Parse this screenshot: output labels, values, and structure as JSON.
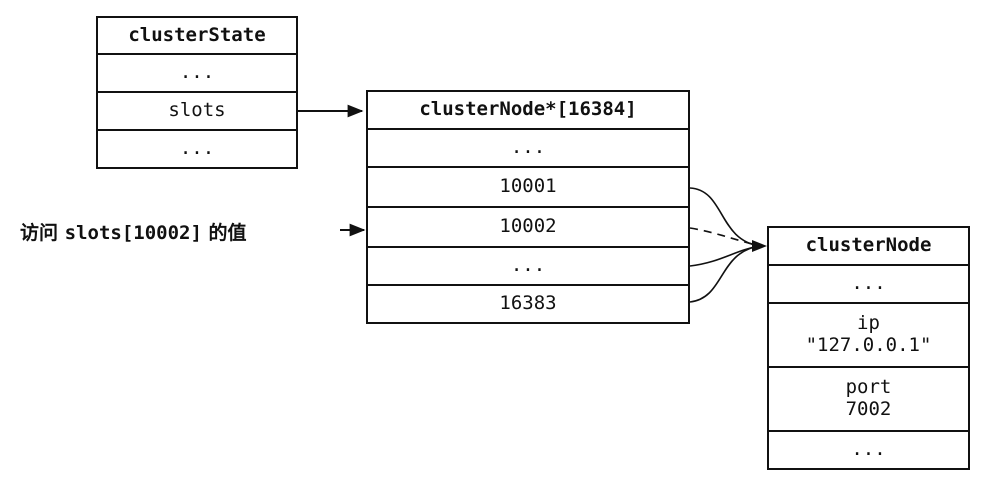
{
  "cluster_state": {
    "header": "clusterState",
    "rows": [
      "...",
      "slots",
      "..."
    ]
  },
  "slots_array": {
    "header": "clusterNode*[16384]",
    "rows": [
      "...",
      "10001",
      "10002",
      "...",
      "16383"
    ]
  },
  "cluster_node": {
    "header": "clusterNode",
    "rows": [
      "...",
      "ip\n\"127.0.0.1\"",
      "port\n7002",
      "..."
    ]
  },
  "access_label": {
    "prefix": "访问",
    "code": "slots[10002]",
    "suffix": "的值"
  },
  "caption": ""
}
